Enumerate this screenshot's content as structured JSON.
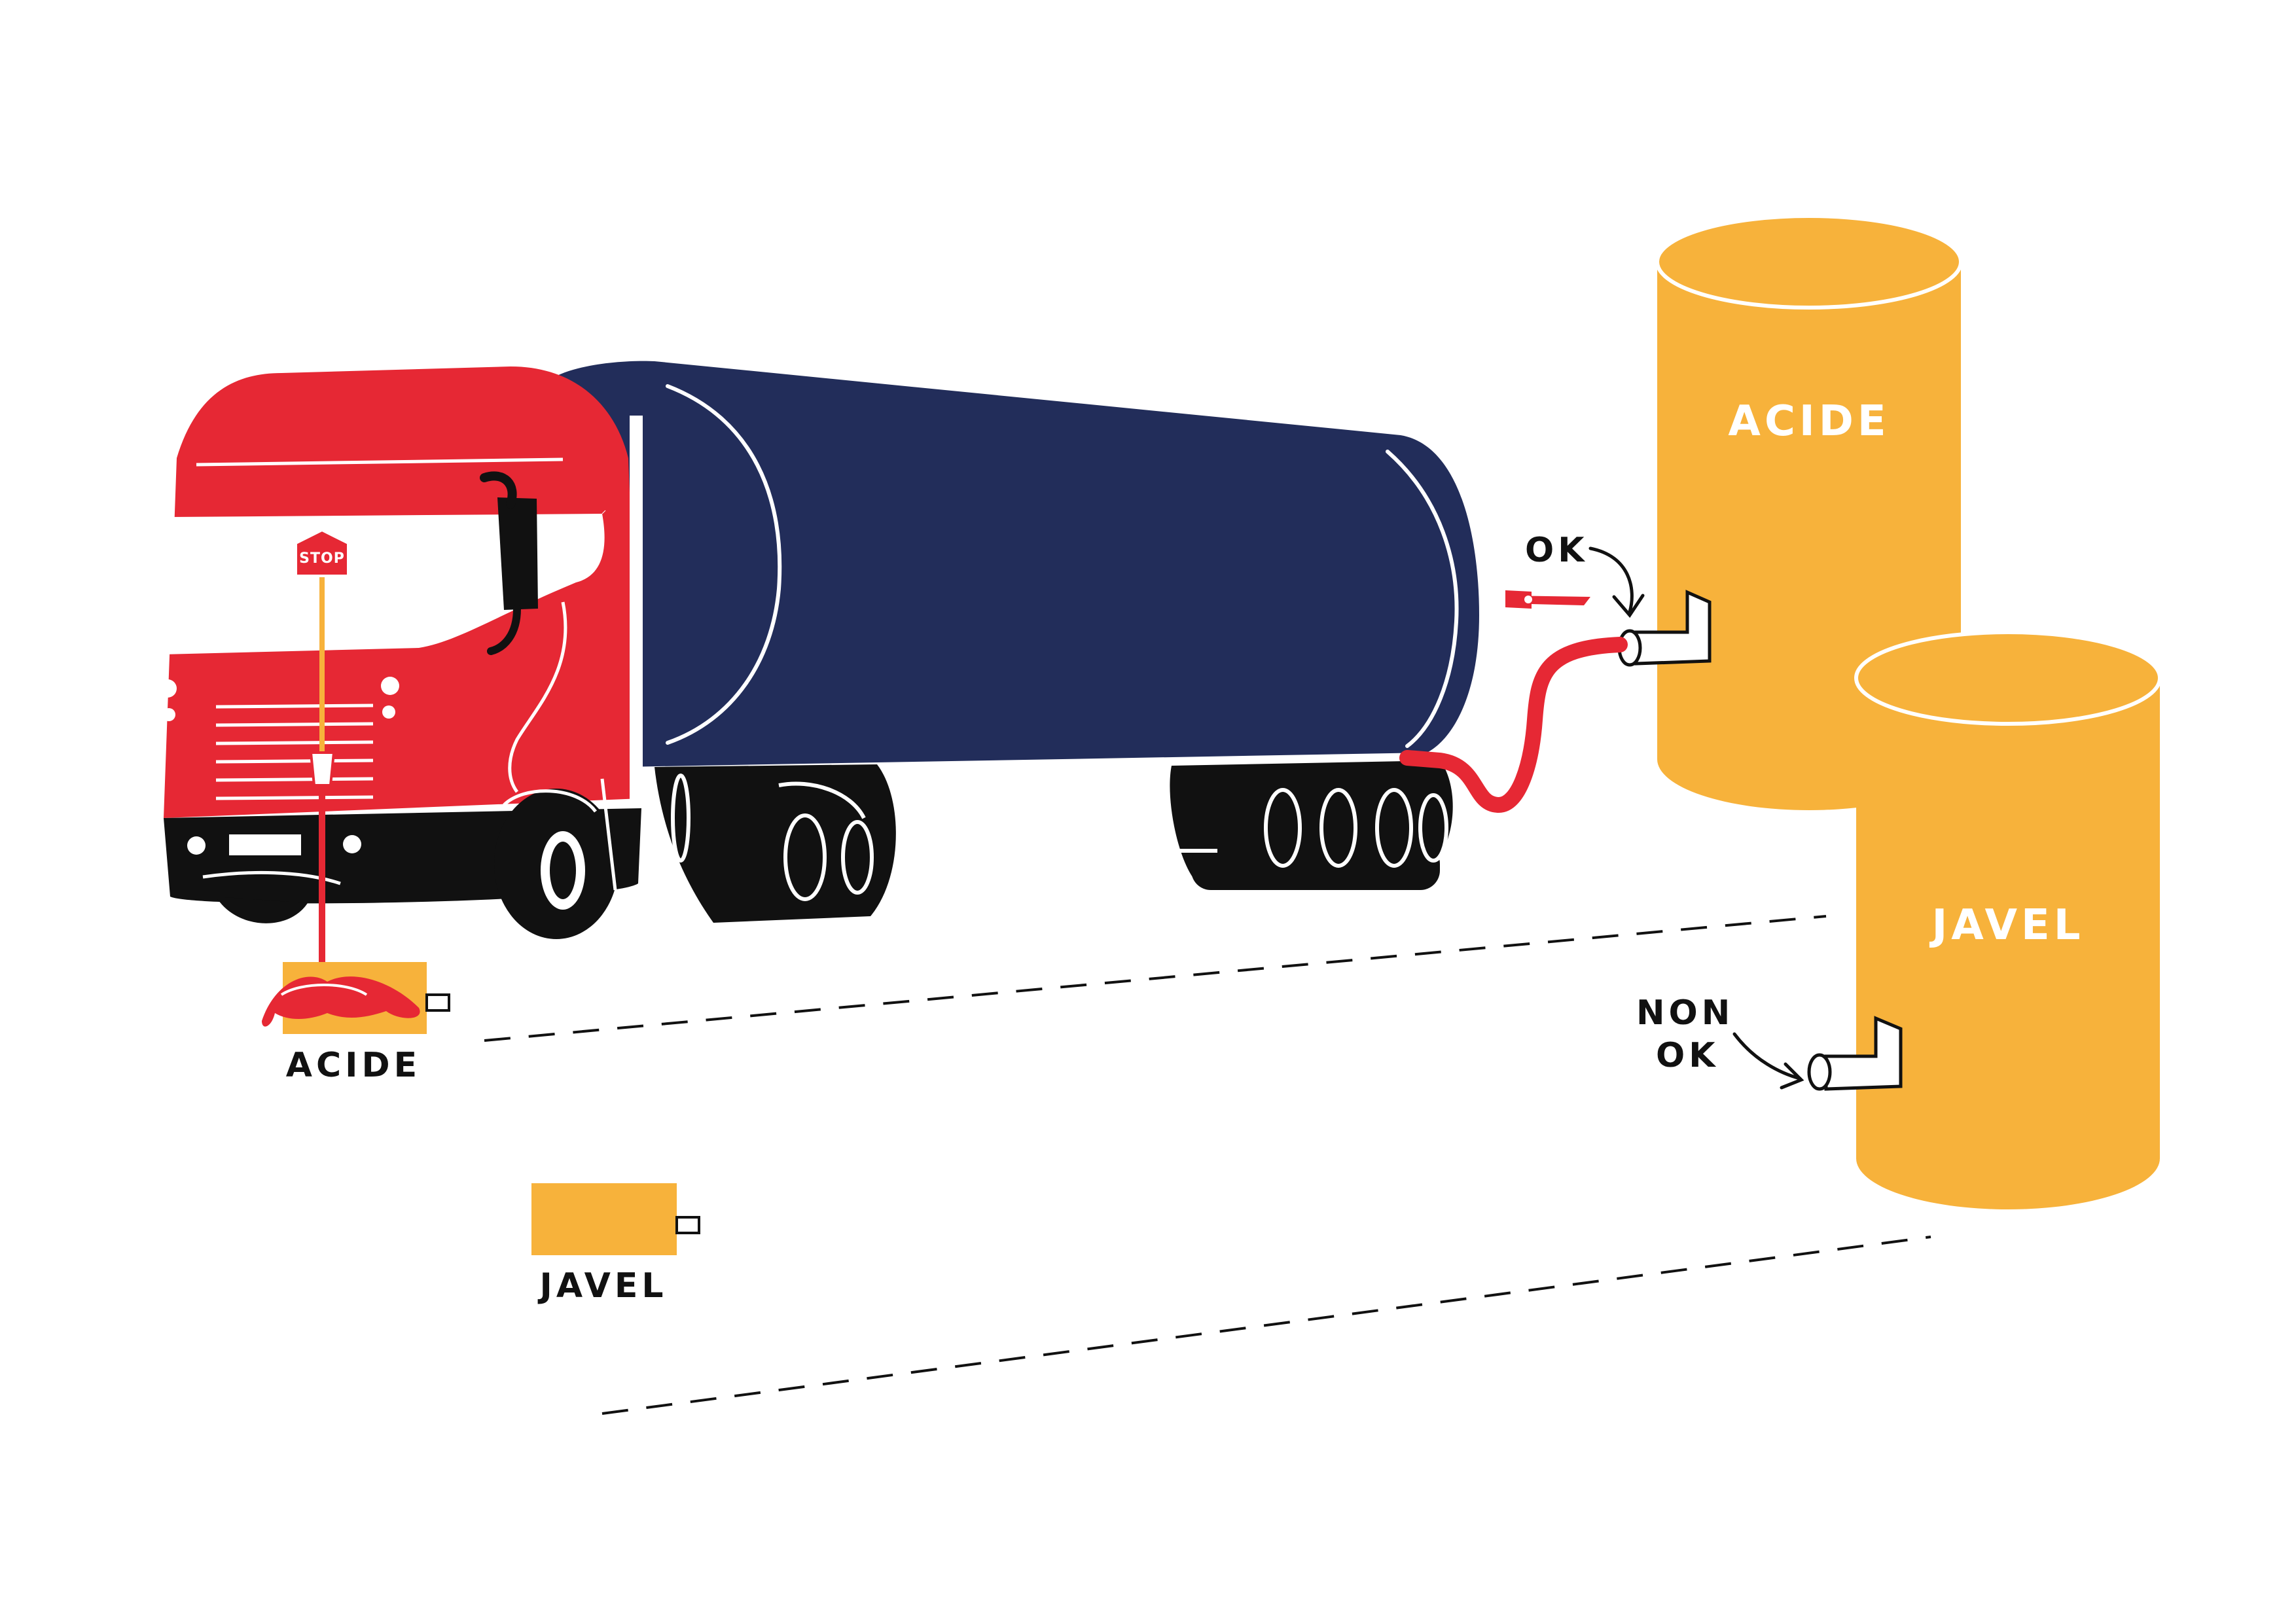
{
  "colors": {
    "cab_red": "#E62834",
    "tank_navy": "#222D5A",
    "drum_orange": "#F7B23B",
    "ink_black": "#111111",
    "white": "#ffffff"
  },
  "labels": {
    "stop_sign": "STOP",
    "tank_acide": "ACIDE",
    "tank_javel": "JAVEL",
    "connection_ok": "OK",
    "connection_non": "NON",
    "connection_non_ok": "OK",
    "ground_box_acide": "ACIDE",
    "ground_box_javel": "JAVEL"
  },
  "icons": {
    "truck": "tanker-truck-icon",
    "hose": "hose-icon",
    "arrow": "curved-arrow-icon",
    "valve": "pipe-valve-icon"
  }
}
